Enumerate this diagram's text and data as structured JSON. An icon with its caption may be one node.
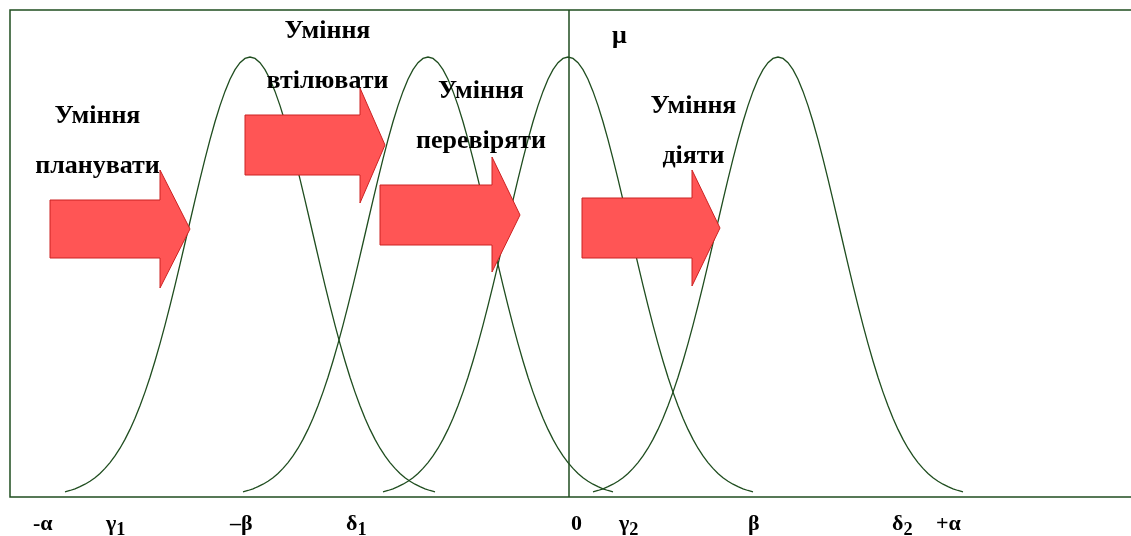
{
  "diagram": {
    "labels": [
      "Уміння втілювати",
      "μ",
      "Уміння планувати",
      "Уміння перевіряти",
      "Уміння діяти",
      "-α",
      "γ$_{1}$",
      "–β",
      "δ$_{1}$",
      "0",
      "γ$_{2}$",
      "β",
      "δ$_{2}$",
      "+α"
    ]
  }
}
